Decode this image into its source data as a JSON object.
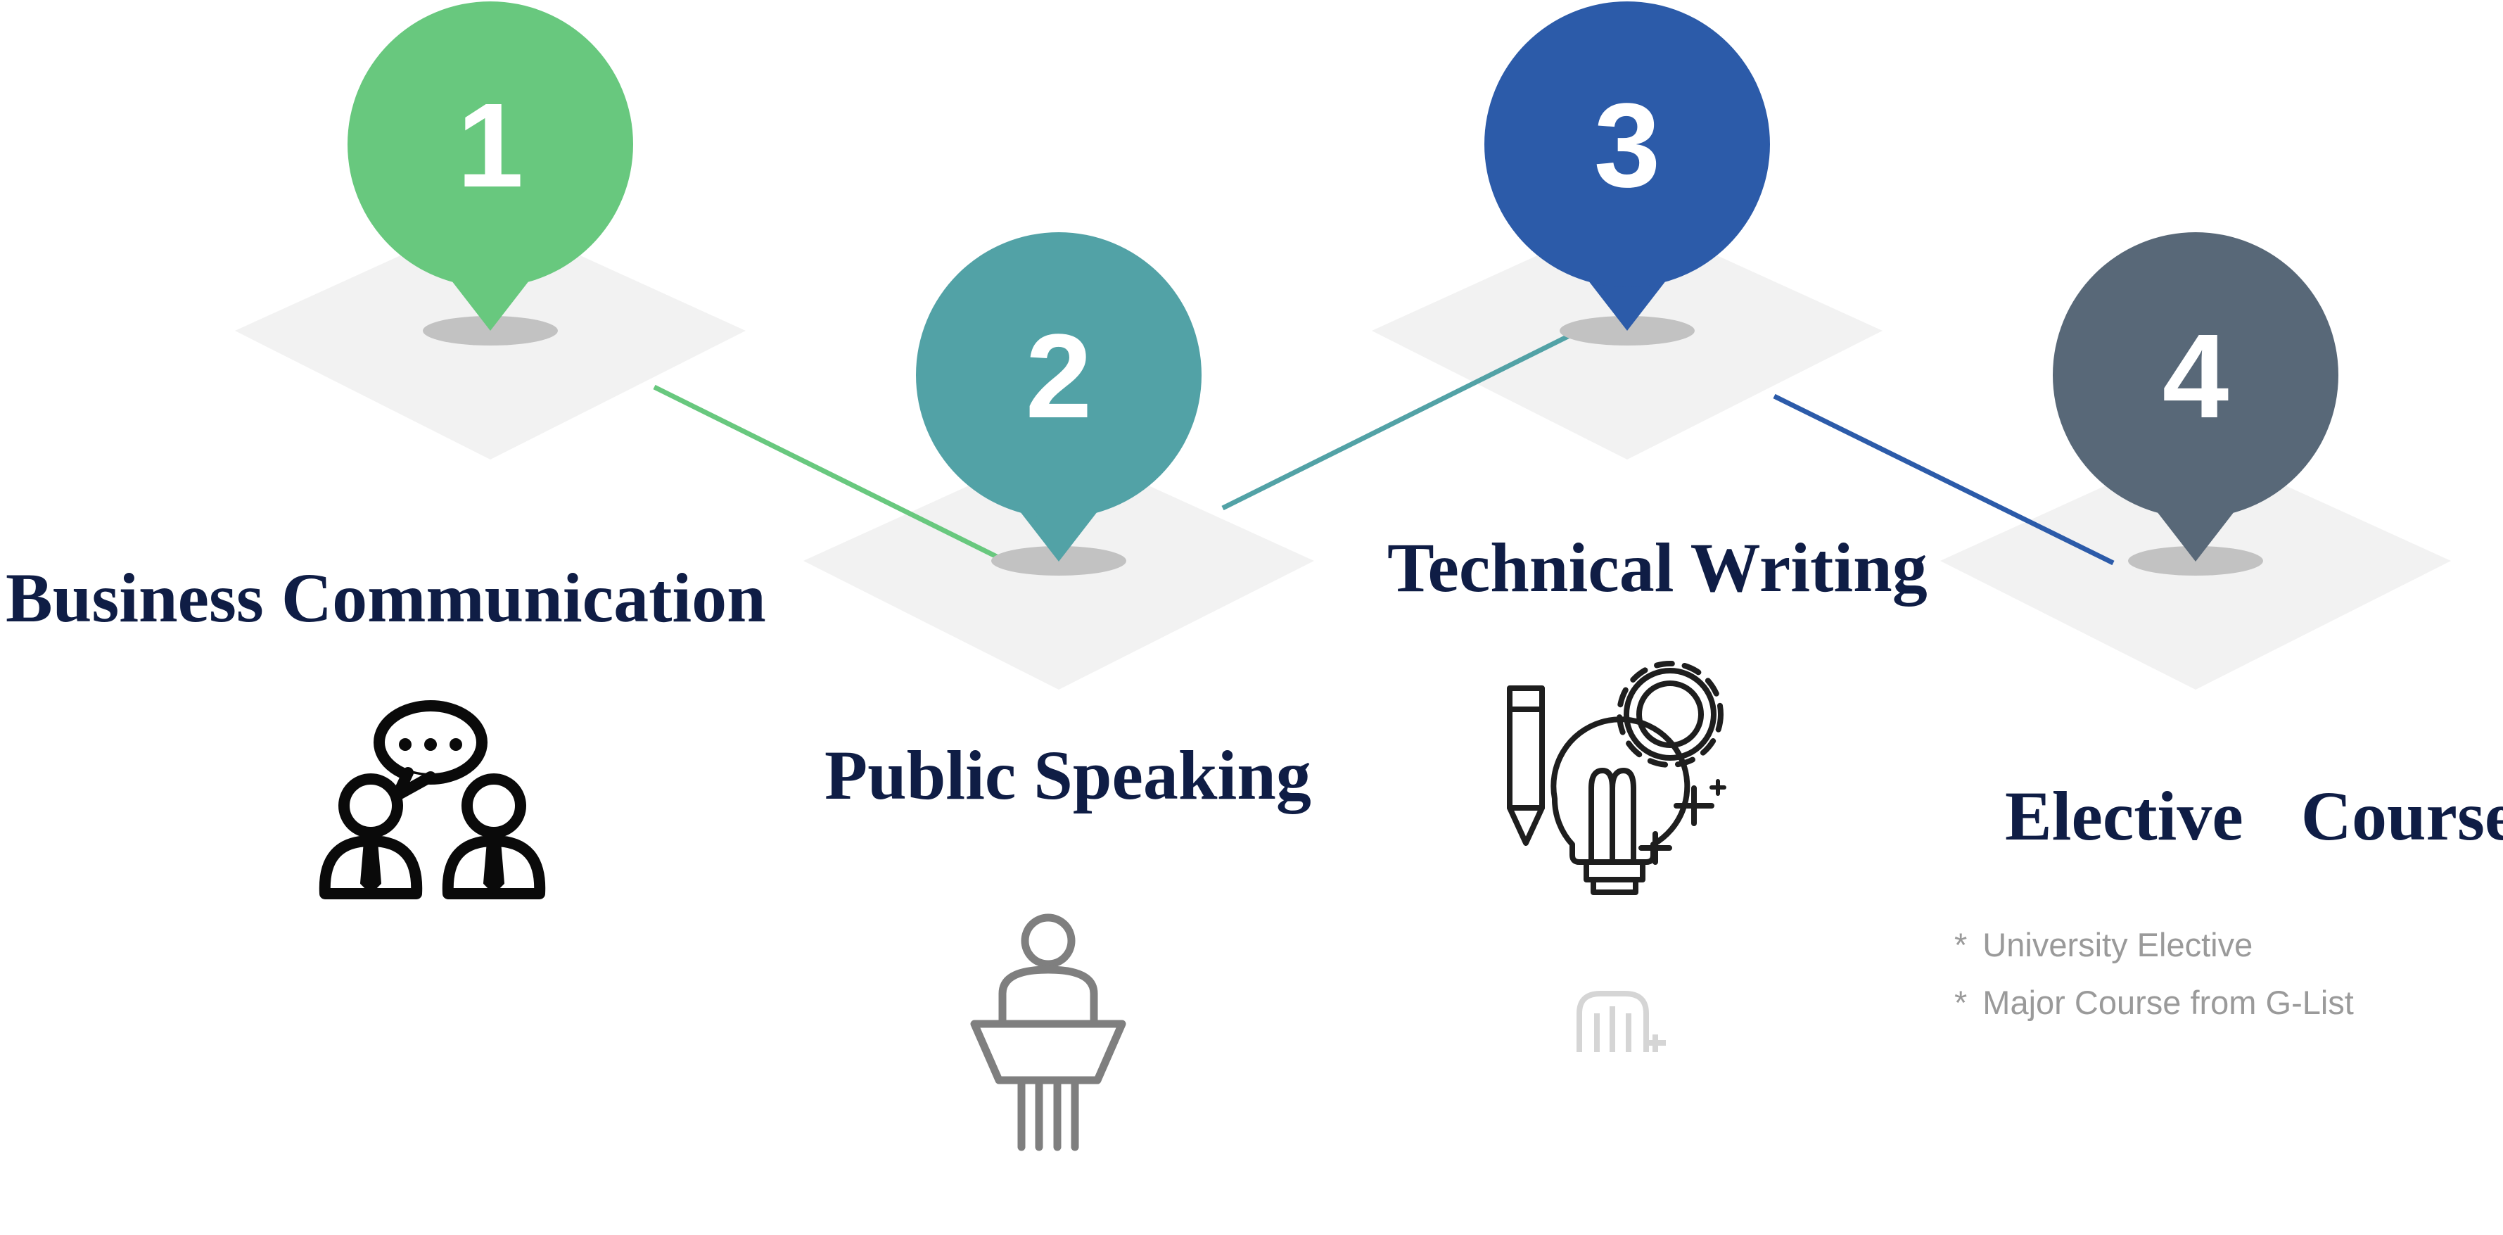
{
  "steps": [
    {
      "number": "1",
      "title": "Business Communication",
      "color": "#68c87e",
      "icon": "meeting-icon"
    },
    {
      "number": "2",
      "title": "Public Speaking",
      "color": "#52a2a6",
      "icon": "podium-speaker-icon"
    },
    {
      "number": "3",
      "title": "Technical Writing",
      "color": "#2c5ba9",
      "icon": "lightbulb-gear-pencil-icon"
    },
    {
      "number": "4",
      "title": "Elective  Courses",
      "color": "#586878",
      "icon": "none"
    }
  ],
  "elective_items": [
    "University Elective",
    "Major Course from G-List"
  ],
  "bullet_symbol": "*",
  "colors": {
    "platform": "#f2f2f2",
    "pin_shadow": "#c2c2c2",
    "title_text": "#0f1d45",
    "list_text": "#9a9a9a",
    "icon_dark": "#0a0a0a",
    "icon_gray": "#7f7f7f"
  }
}
